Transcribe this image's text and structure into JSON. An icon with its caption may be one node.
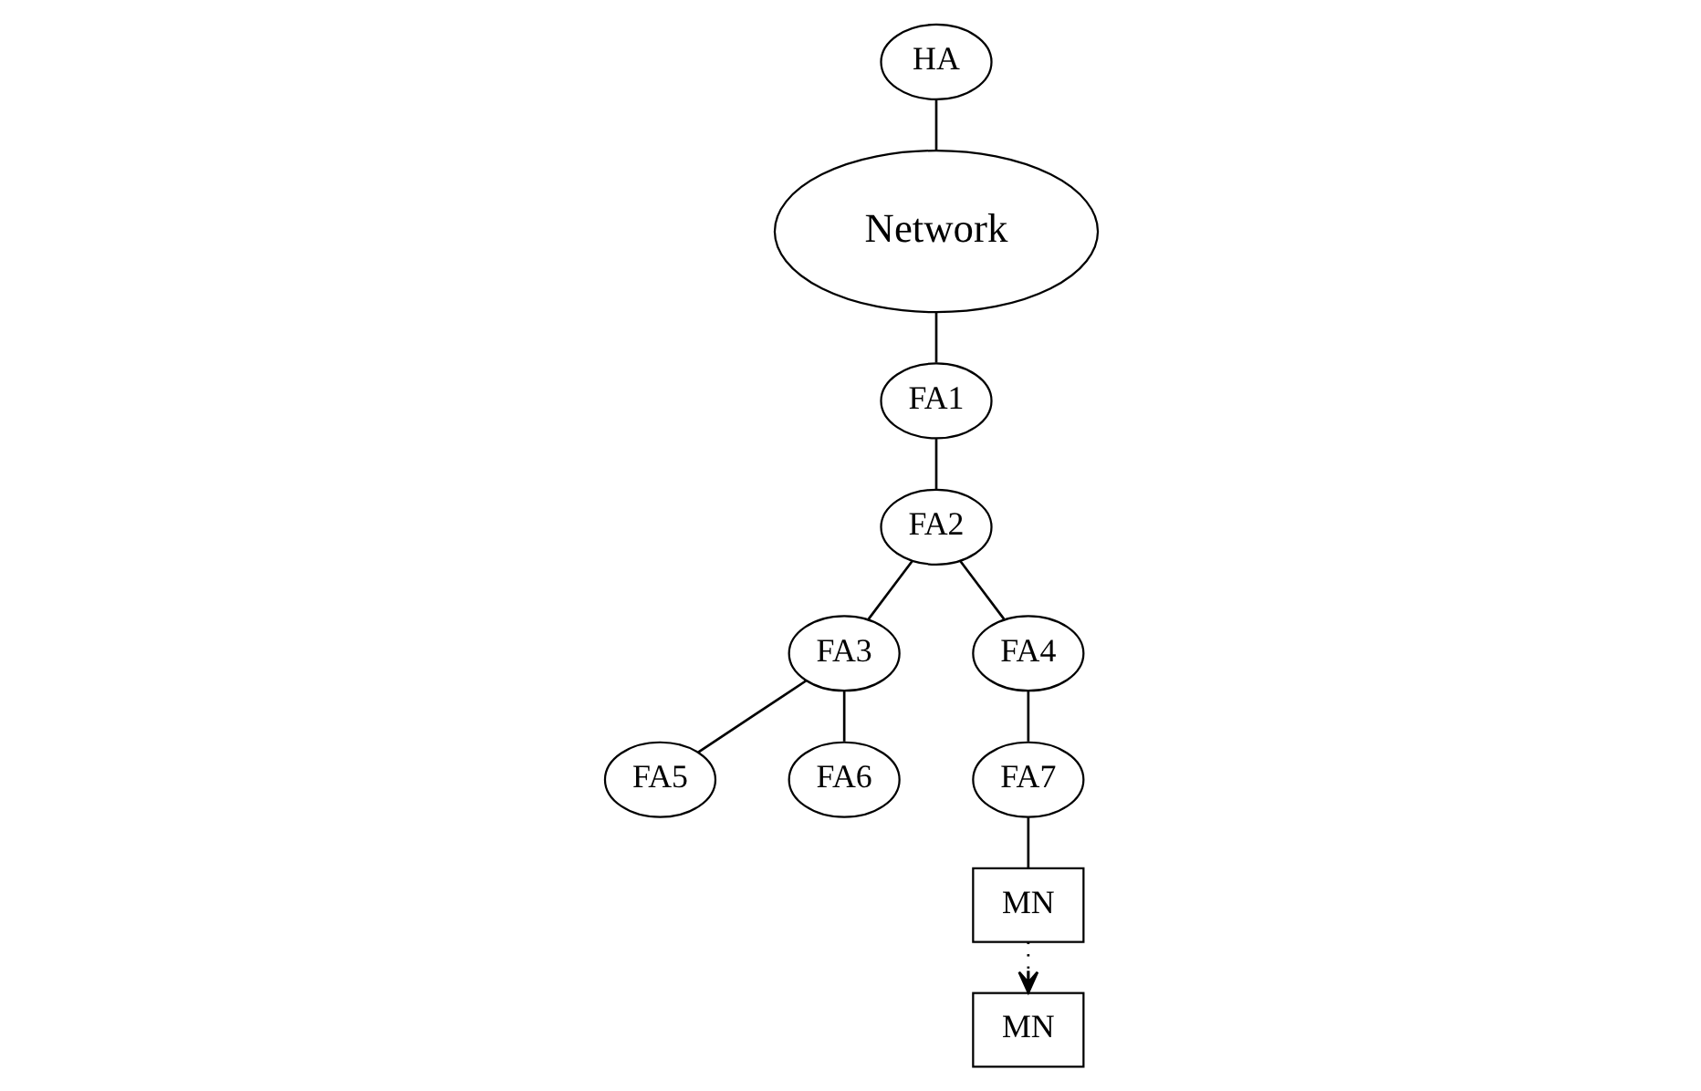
{
  "diagram": {
    "nodes": [
      {
        "text": [
          "HA"
        ]
      },
      {
        "text": [
          "Network"
        ]
      },
      {
        "text": [
          "FA1"
        ]
      },
      {
        "text": [
          "FA2"
        ]
      },
      {
        "text": [
          "FA3"
        ]
      },
      {
        "text": [
          "FA4"
        ]
      },
      {
        "text": [
          "FA5"
        ]
      },
      {
        "text": [
          "FA6"
        ]
      },
      {
        "text": [
          "FA7"
        ]
      },
      {
        "text": [
          "MN"
        ]
      },
      {
        "text": [
          "MN"
        ]
      }
    ],
    "edges": [
      {
        "from": 0,
        "to": 1,
        "arrow": "none"
      },
      {
        "from": 1,
        "to": 2,
        "arrow": "none"
      },
      {
        "from": 2,
        "to": 3,
        "arrow": "none"
      },
      {
        "from": 3,
        "to": 4,
        "arrow": "none"
      },
      {
        "from": 3,
        "to": 5,
        "arrow": "none"
      },
      {
        "from": 4,
        "to": 6,
        "arrow": "none"
      },
      {
        "from": 4,
        "to": 7,
        "arrow": "none"
      },
      {
        "from": 5,
        "to": 8,
        "arrow": "none"
      },
      {
        "from": 8,
        "to": 9,
        "arrow": "none"
      },
      {
        "from": 9,
        "to": 10,
        "arrow": "to",
        "style": "dashed"
      }
    ]
  }
}
